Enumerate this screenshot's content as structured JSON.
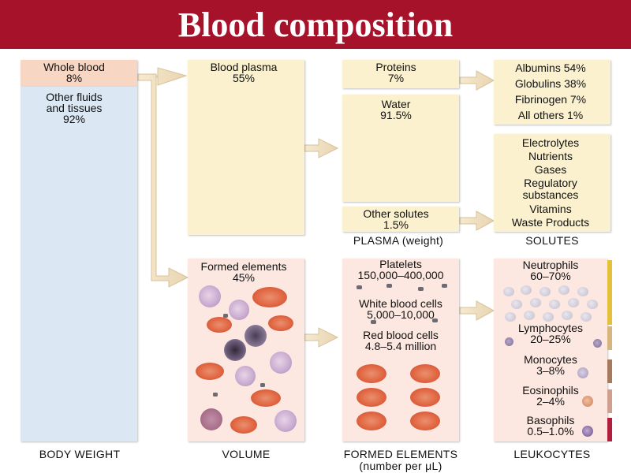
{
  "title": "Blood composition",
  "body_weight": {
    "whole_blood": [
      "Whole blood",
      "8%"
    ],
    "other": [
      "Other fluids",
      "and tissues",
      "92%"
    ],
    "footer": "BODY WEIGHT"
  },
  "volume": {
    "plasma": [
      "Blood plasma",
      "55%"
    ],
    "formed": [
      "Formed elements",
      "45%"
    ],
    "footer": "VOLUME"
  },
  "plasma": {
    "proteins": [
      "Proteins",
      "7%"
    ],
    "water": [
      "Water",
      "91.5%"
    ],
    "other_solutes": [
      "Other solutes",
      "1.5%"
    ],
    "footer": "PLASMA (weight)"
  },
  "formed_elements": {
    "platelets": [
      "Platelets",
      "150,000–400,000"
    ],
    "wbc": [
      "White blood cells",
      "5,000–10,000"
    ],
    "rbc": [
      "Red blood cells",
      "4.8–5.4 million"
    ],
    "footer": [
      "FORMED ELEMENTS",
      "(number per μL)"
    ]
  },
  "solutes": {
    "proteins": [
      "Albumins 54%",
      "Globulins 38%",
      "Fibrinogen 7%",
      "All others 1%"
    ],
    "others": [
      "Electrolytes",
      "Nutrients",
      "Gases",
      "Regulatory",
      "substances",
      "Vitamins",
      "Waste Products"
    ],
    "footer": "SOLUTES"
  },
  "leukocytes": {
    "neutrophils": [
      "Neutrophils",
      "60–70%"
    ],
    "lymphocytes": [
      "Lymphocytes",
      "20–25%"
    ],
    "monocytes": [
      "Monocytes",
      "3–8%"
    ],
    "eosinophils": [
      "Eosinophils",
      "2–4%"
    ],
    "basophils": [
      "Basophils",
      "0.5–1.0%"
    ],
    "footer": "LEUKOCYTES"
  },
  "colors": {
    "title_bar": "#a5122a",
    "box": "#fbf1cf",
    "whole_blood": "#f8d6c4",
    "other_tissue": "#dbe7f3",
    "cell_box": "#fce8e0"
  }
}
